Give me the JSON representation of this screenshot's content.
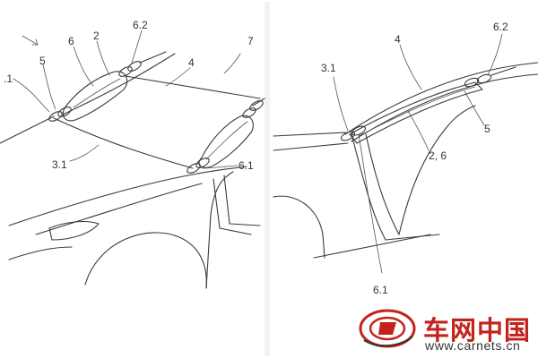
{
  "left_labels": {
    "l_dot1": ".1",
    "l_5": "5",
    "l_6": "6",
    "l_2": "2",
    "l_62": "6.2",
    "l_7": "7",
    "l_4": "4",
    "l_31": "3.1",
    "l_61": "6.1"
  },
  "right_labels": {
    "r_31": "3.1",
    "r_4": "4",
    "r_62": "6.2",
    "r_5": "5",
    "r_26": "2, 6",
    "r_61": "6.1"
  },
  "brand": {
    "name_cn": "车网中国",
    "url": "www.carnets.cn",
    "color": "#c3231b"
  }
}
